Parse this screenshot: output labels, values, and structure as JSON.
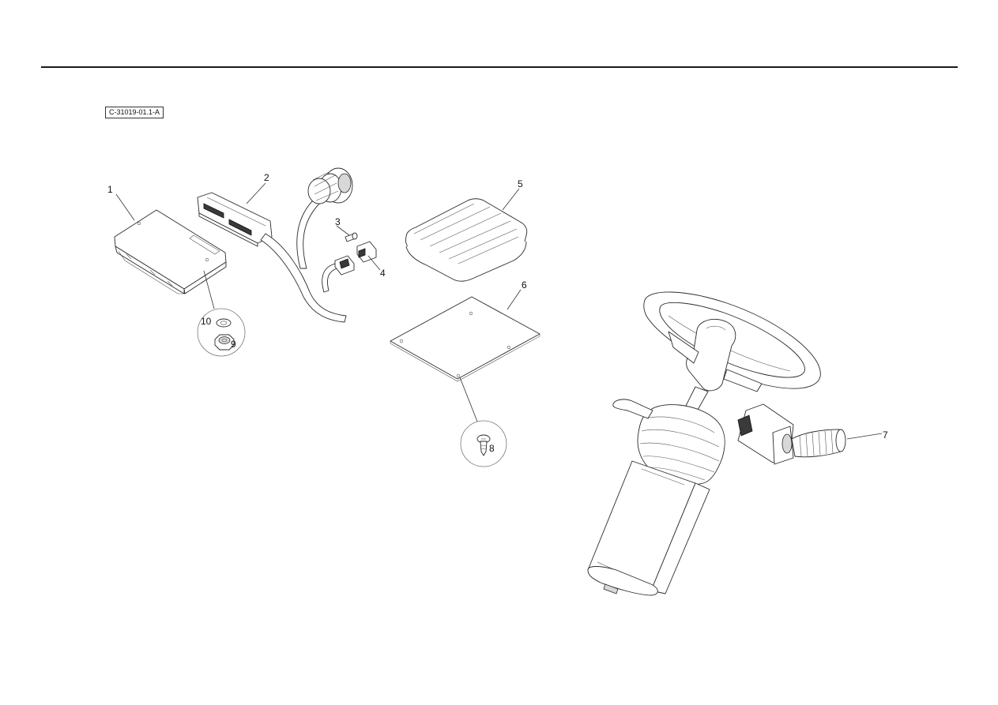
{
  "figure": {
    "id": "C-31019-01.1-A"
  },
  "callouts": {
    "c1": "1",
    "c2": "2",
    "c3": "3",
    "c4": "4",
    "c5": "5",
    "c6": "6",
    "c7": "7",
    "c8": "8",
    "c9": "9",
    "c10": "10"
  }
}
